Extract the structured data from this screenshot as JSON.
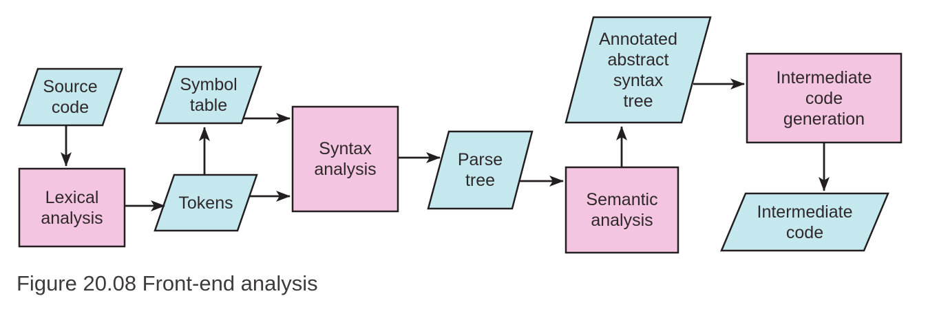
{
  "figure": {
    "caption": "Figure 20.08 Front-end analysis"
  },
  "colors": {
    "data_shape_fill": "#c5e8ee",
    "process_shape_fill": "#f4c5e0",
    "outline": "#231f20",
    "label_text": "#2e282a",
    "caption_text": "#3d3b3c"
  },
  "nodes": {
    "source_code": {
      "label": "Source\ncode",
      "shape": "parallelogram"
    },
    "lexical_analysis": {
      "label": "Lexical\nanalysis",
      "shape": "rectangle"
    },
    "symbol_table": {
      "label": "Symbol\ntable",
      "shape": "parallelogram"
    },
    "tokens": {
      "label": "Tokens",
      "shape": "parallelogram"
    },
    "syntax_analysis": {
      "label": "Syntax\nanalysis",
      "shape": "rectangle"
    },
    "parse_tree": {
      "label": "Parse\ntree",
      "shape": "parallelogram"
    },
    "semantic_analysis": {
      "label": "Semantic\nanalysis",
      "shape": "rectangle"
    },
    "annotated_abstract_syntax_tree": {
      "label": "Annotated\nabstract\nsyntax\ntree",
      "shape": "parallelogram"
    },
    "intermediate_code_generation": {
      "label": "Intermediate\ncode\ngeneration",
      "shape": "rectangle"
    },
    "intermediate_code": {
      "label": "Intermediate\ncode",
      "shape": "parallelogram"
    }
  },
  "edges": [
    {
      "from": "source_code",
      "to": "lexical_analysis"
    },
    {
      "from": "lexical_analysis",
      "to": "tokens"
    },
    {
      "from": "tokens",
      "to": "symbol_table"
    },
    {
      "from": "symbol_table",
      "to": "syntax_analysis"
    },
    {
      "from": "tokens",
      "to": "syntax_analysis"
    },
    {
      "from": "syntax_analysis",
      "to": "parse_tree"
    },
    {
      "from": "parse_tree",
      "to": "semantic_analysis"
    },
    {
      "from": "semantic_analysis",
      "to": "annotated_abstract_syntax_tree"
    },
    {
      "from": "annotated_abstract_syntax_tree",
      "to": "intermediate_code_generation"
    },
    {
      "from": "intermediate_code_generation",
      "to": "intermediate_code"
    }
  ]
}
